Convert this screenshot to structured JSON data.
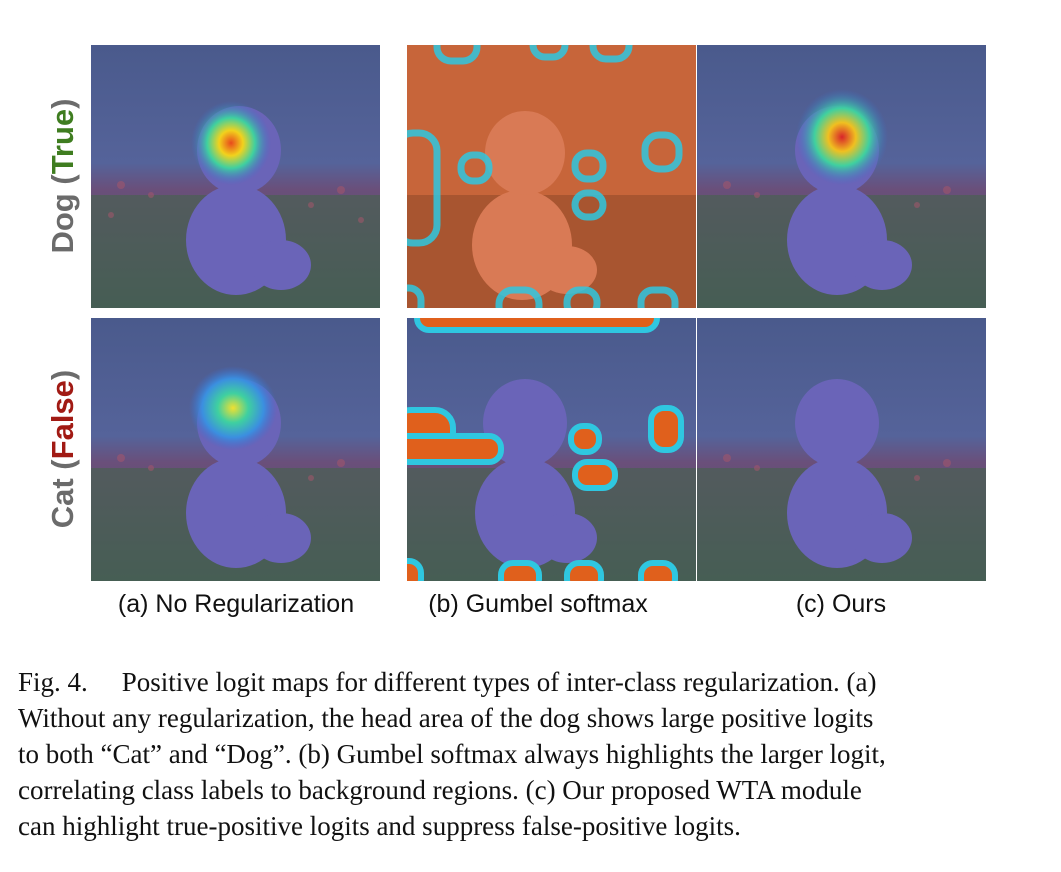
{
  "row_labels": {
    "dog": {
      "name": "Dog",
      "open": "(",
      "status": "True",
      "close": ")"
    },
    "cat": {
      "name": "Cat",
      "open": "(",
      "status": "False",
      "close": ")"
    }
  },
  "column_labels": [
    "(a) No Regularization",
    "(b) Gumbel softmax",
    "(c) Ours"
  ],
  "caption": {
    "figure_number": "Fig. 4.",
    "lines": [
      "Positive logit maps for different types of inter-class regularization. (a)",
      "Without any regularization, the head area of the dog shows large positive logits",
      "to both “Cat” and “Dog”. (b) Gumbel softmax always highlights the larger logit,",
      "correlating class labels to background regions. (c) Our proposed WTA module",
      "can highlight true-positive logits and suppress false-positive logits."
    ]
  },
  "colors": {
    "heat_overlay_cool": "#3b3fb0",
    "heat_overlay_warm": "#d9582c",
    "label_true": "#3f7d20",
    "label_false": "#a11a14",
    "label_gray": "#6b6b6b"
  }
}
